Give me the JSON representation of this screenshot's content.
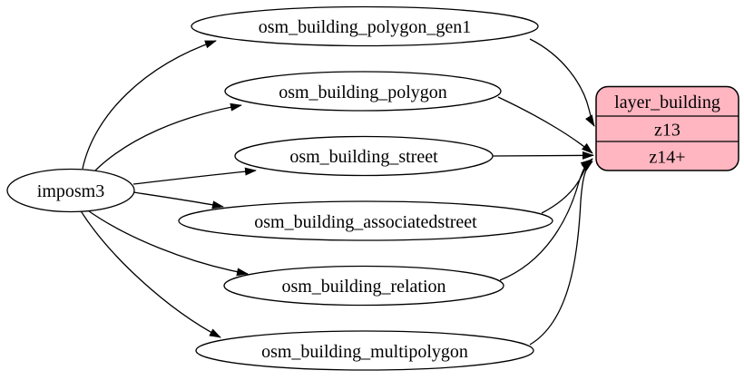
{
  "diagram": {
    "type": "graphviz-flow",
    "background": "#ffffff",
    "edge_color": "#000000",
    "source_node": {
      "label": "imposm3"
    },
    "table_nodes": [
      {
        "label": "osm_building_polygon_gen1"
      },
      {
        "label": "osm_building_polygon"
      },
      {
        "label": "osm_building_street"
      },
      {
        "label": "osm_building_associatedstreet"
      },
      {
        "label": "osm_building_relation"
      },
      {
        "label": "osm_building_multipolygon"
      }
    ],
    "layer_node": {
      "title": "layer_building",
      "fill": "#ffb6c1",
      "rows": [
        {
          "label": "z13"
        },
        {
          "label": "z14+"
        }
      ]
    },
    "edges": [
      {
        "from": "imposm3",
        "to": "osm_building_polygon_gen1"
      },
      {
        "from": "imposm3",
        "to": "osm_building_polygon"
      },
      {
        "from": "imposm3",
        "to": "osm_building_street"
      },
      {
        "from": "imposm3",
        "to": "osm_building_associatedstreet"
      },
      {
        "from": "imposm3",
        "to": "osm_building_relation"
      },
      {
        "from": "imposm3",
        "to": "osm_building_multipolygon"
      },
      {
        "from": "osm_building_polygon_gen1",
        "to": "layer_building:z13"
      },
      {
        "from": "osm_building_polygon",
        "to": "layer_building:z14+"
      },
      {
        "from": "osm_building_street",
        "to": "layer_building:z14+"
      },
      {
        "from": "osm_building_associatedstreet",
        "to": "layer_building:z14+"
      },
      {
        "from": "osm_building_relation",
        "to": "layer_building:z14+"
      },
      {
        "from": "osm_building_multipolygon",
        "to": "layer_building:z14+"
      }
    ]
  }
}
